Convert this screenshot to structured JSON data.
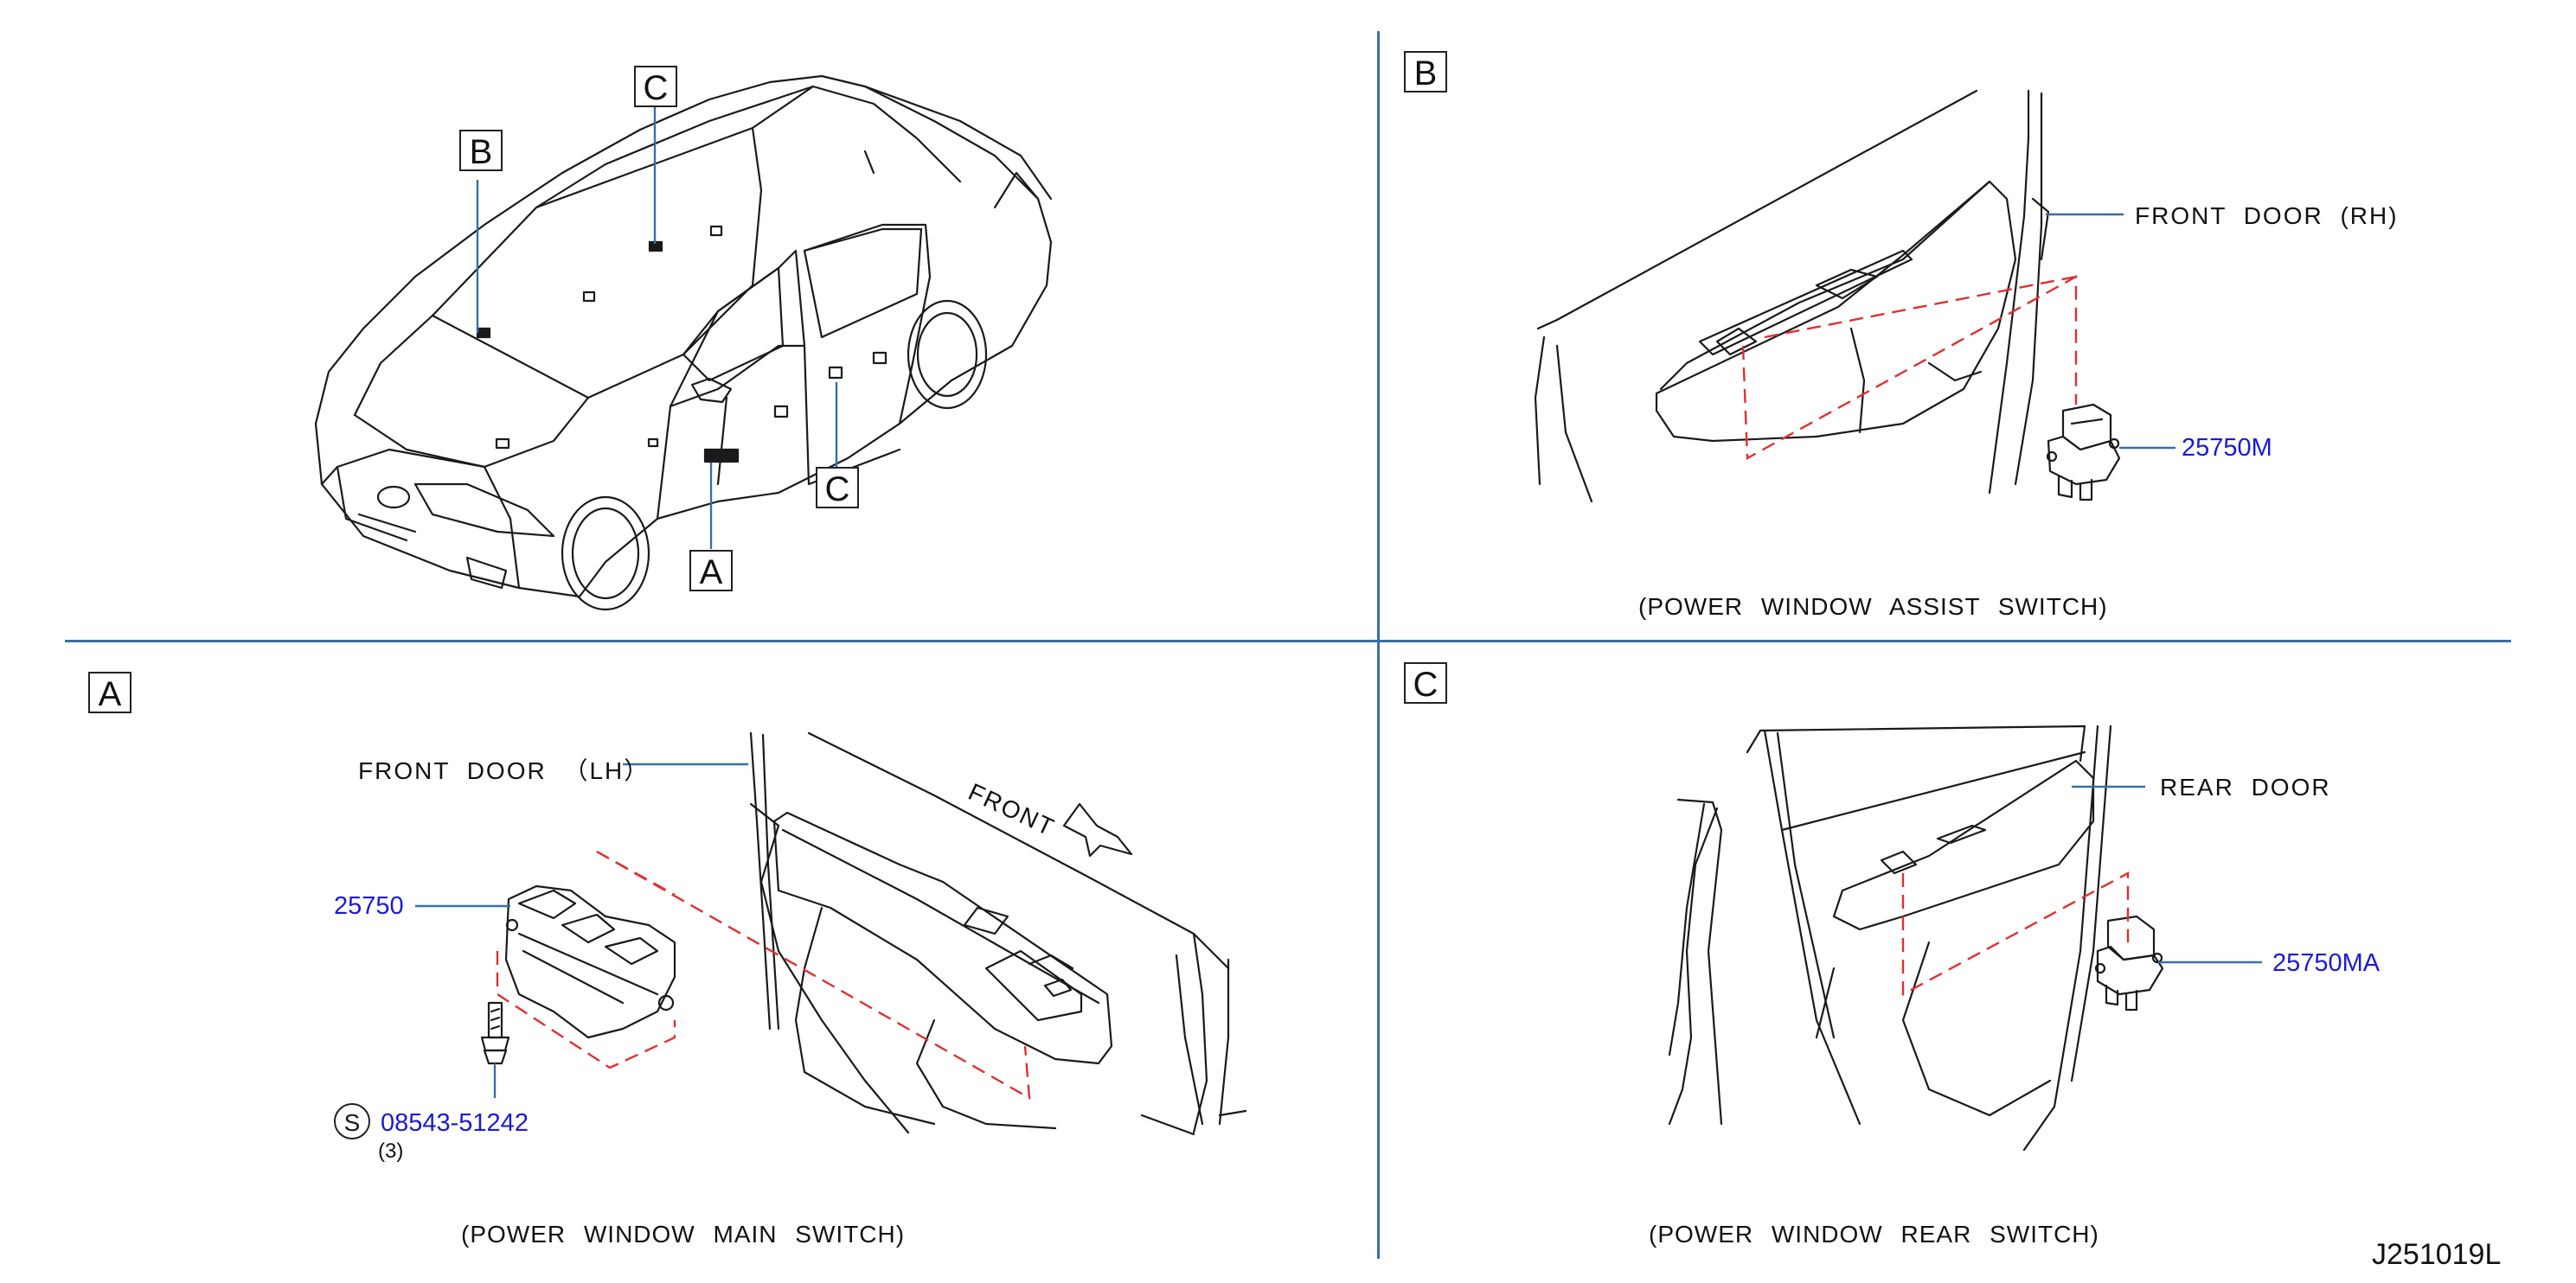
{
  "labels": {
    "a": "A",
    "b": "B",
    "c": "C",
    "s": "S"
  },
  "part_numbers": {
    "rh_assist": "25750M",
    "main": "25750",
    "rear": "25750MA",
    "screw": "08543-51242",
    "screw_qty": "(3)"
  },
  "callouts": {
    "front_door_rh": "FRONT DOOR (RH)",
    "front_door_lh": "FRONT DOOR （LH）",
    "rear_door": "REAR DOOR",
    "front": "FRONT"
  },
  "captions": {
    "assist": "(POWER WINDOW ASSIST SWITCH)",
    "main": "(POWER WINDOW MAIN SWITCH)",
    "rear": "(POWER WINDOW REAR SWITCH)"
  },
  "drawing_id": "J251019L",
  "colors": {
    "divider": "#3b6ea5",
    "leader": "#3b6ea5",
    "part_number": "#1a1ad6",
    "dashed": "#e03030",
    "line": "#1a1a1a"
  }
}
